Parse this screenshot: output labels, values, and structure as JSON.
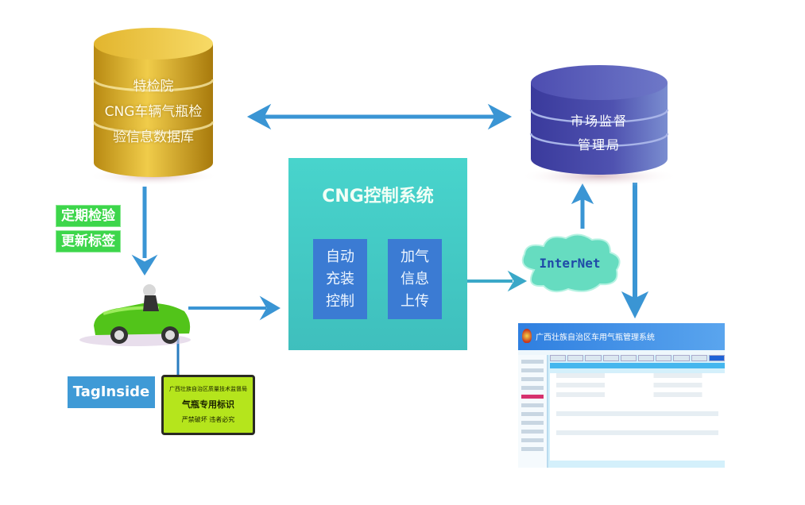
{
  "nodes": {
    "inspection_db": {
      "lines": [
        "特检院",
        "CNG车辆气瓶检",
        "验信息数据库"
      ],
      "color": "#d9b02a"
    },
    "market_supervision_db": {
      "lines": [
        "市场监督",
        "管理局"
      ],
      "color": "#4b4aa8"
    },
    "cng_control_system": {
      "title": "CNG控制系统",
      "modules": [
        {
          "lines": [
            "自动",
            "充装",
            "控制"
          ]
        },
        {
          "lines": [
            "加气",
            "信息",
            "上传"
          ]
        }
      ],
      "color": "#44c9c5",
      "module_color": "#3b7bd3"
    },
    "inspection_labels": [
      "定期检验",
      "更新标签"
    ],
    "vehicle": {
      "icon": "green-car-icon"
    },
    "tag_inside": {
      "label": "TagInside"
    },
    "gas_tag_card": {
      "lines": [
        "广西壮族自治区质量技术监督局",
        "气瓶专用标识",
        "严禁破坏  违者必究"
      ]
    },
    "internet": {
      "label": "InterNet",
      "color": "#66dcc0"
    },
    "management_screenshot": {
      "title": "广西壮族自治区车用气瓶管理系统"
    }
  },
  "edges": [
    {
      "from": "inspection_db",
      "to": "market_supervision_db",
      "type": "bidirectional"
    },
    {
      "from": "inspection_db",
      "to": "vehicle",
      "type": "arrow",
      "label": "定期检验 更新标签"
    },
    {
      "from": "vehicle",
      "to": "cng_control_system",
      "type": "arrow"
    },
    {
      "from": "cng_control_system",
      "to": "internet",
      "type": "arrow"
    },
    {
      "from": "internet",
      "to": "market_supervision_db",
      "type": "arrow"
    },
    {
      "from": "market_supervision_db",
      "to": "management_screenshot",
      "type": "arrow"
    },
    {
      "from": "vehicle",
      "to": "gas_tag_card",
      "type": "line"
    }
  ],
  "colors": {
    "arrow": "#3a95d4",
    "tag_green": "#3dd64b",
    "tag_blue": "#3f9ad6",
    "lcd": "#b5e51c"
  }
}
